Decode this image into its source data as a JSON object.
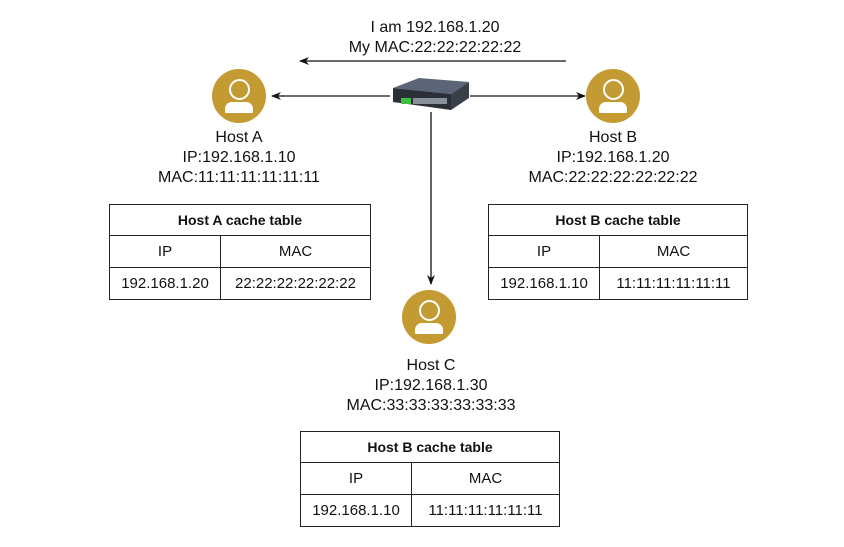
{
  "message": {
    "line1": "I am 192.168.1.20",
    "line2": "My MAC:22:22:22:22:22"
  },
  "switch": {
    "icon": "network-switch-icon"
  },
  "hosts": {
    "a": {
      "name": "Host A",
      "ip": "IP:192.168.1.10",
      "mac": "MAC:11:11:11:11:11:11"
    },
    "b": {
      "name": "Host B",
      "ip": "IP:192.168.1.20",
      "mac": "MAC:22:22:22:22:22:22"
    },
    "c": {
      "name": "Host C",
      "ip": "IP:192.168.1.30",
      "mac": "MAC:33:33:33:33:33:33"
    }
  },
  "tables": {
    "a": {
      "title": "Host A cache table",
      "headers": [
        "IP",
        "MAC"
      ],
      "rows": [
        [
          "192.168.1.20",
          "22:22:22:22:22:22"
        ]
      ]
    },
    "b": {
      "title": "Host B cache table",
      "headers": [
        "IP",
        "MAC"
      ],
      "rows": [
        [
          "192.168.1.10",
          "11:11:11:11:11:11"
        ]
      ]
    },
    "c": {
      "title": "Host B cache table",
      "headers": [
        "IP",
        "MAC"
      ],
      "rows": [
        [
          "192.168.1.10",
          "11:11:11:11:11:11"
        ]
      ]
    }
  },
  "colors": {
    "host": "#c49a33",
    "line": "#111111"
  }
}
